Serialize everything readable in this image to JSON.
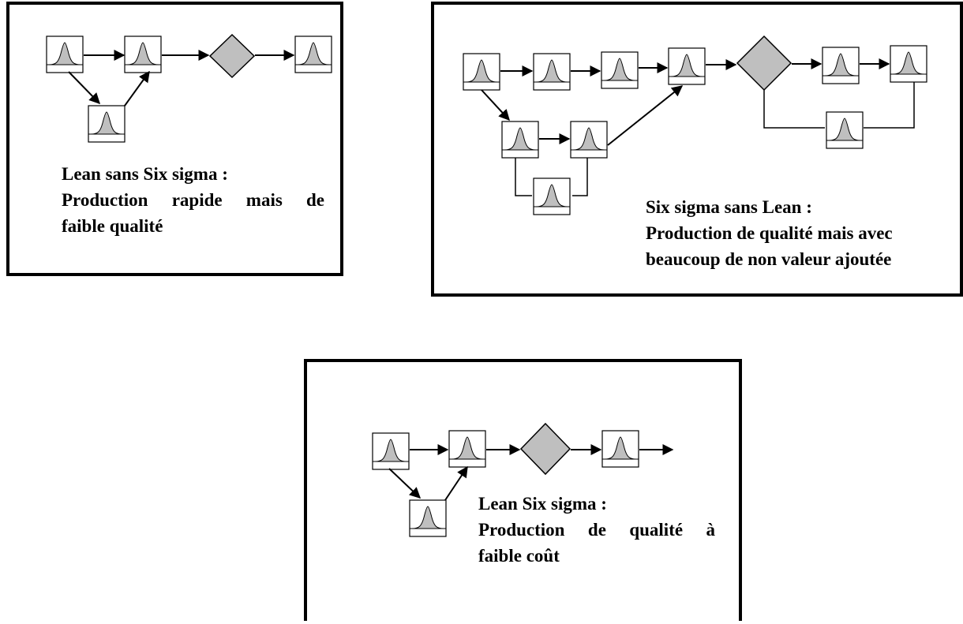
{
  "panels": [
    {
      "id": "lean-without-six-sigma",
      "title": "Lean sans Six sigma :",
      "caption_line1_words": [
        "Production",
        "rapide",
        "mais",
        "de"
      ],
      "caption_line2": "faible qualité"
    },
    {
      "id": "six-sigma-without-lean",
      "title": "Six sigma sans Lean :",
      "caption_line1": "Production de qualité mais avec",
      "caption_line2": "beaucoup de non valeur ajoutée"
    },
    {
      "id": "lean-six-sigma",
      "title": "Lean Six sigma :",
      "caption_line1_words": [
        "Production",
        "de",
        "qualité",
        "à"
      ],
      "caption_line2": "faible coût"
    }
  ],
  "colors": {
    "shape_fill": "#bfbfbf",
    "line": "#000000",
    "background": "#ffffff"
  },
  "icons": {
    "process_step": "bell-curve-box-icon",
    "decision": "diamond-icon"
  }
}
